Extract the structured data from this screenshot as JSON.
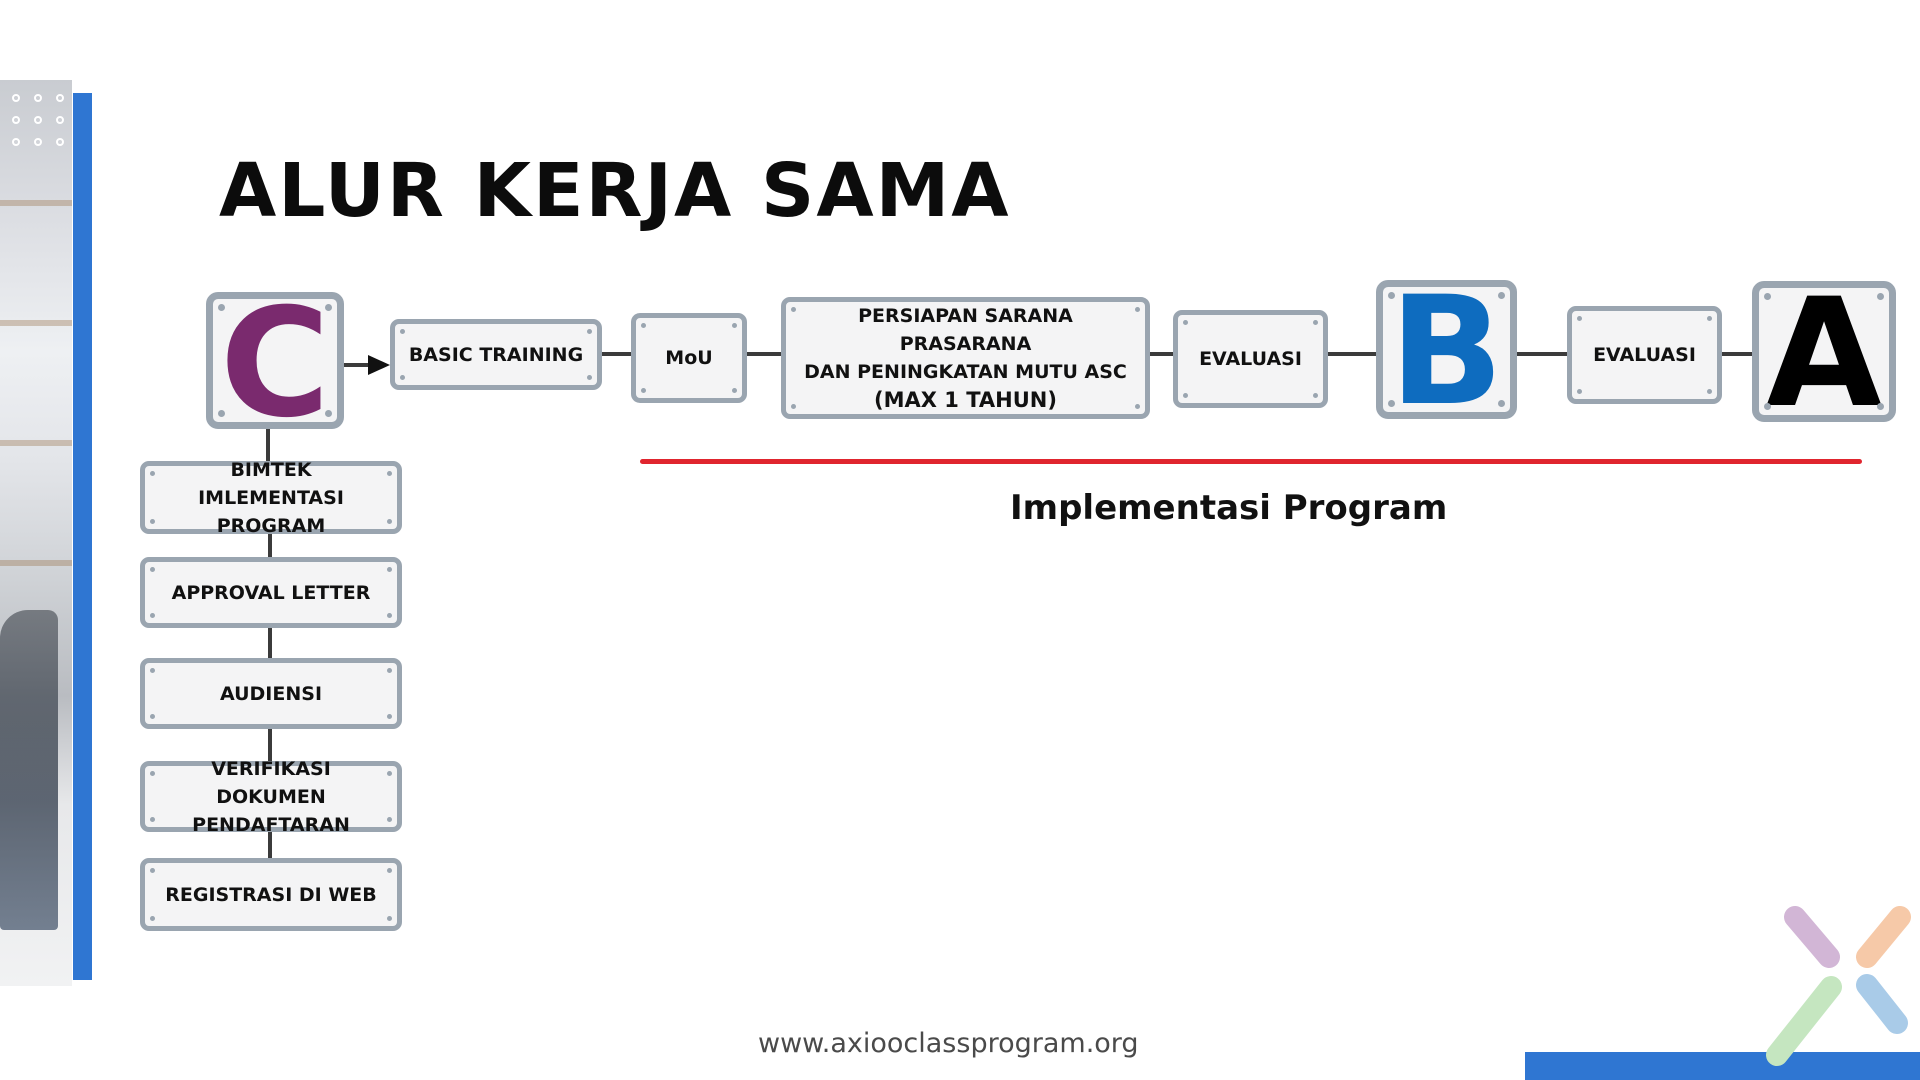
{
  "title": "ALUR KERJA SAMA",
  "levels": {
    "c": "C",
    "b": "B",
    "a": "A"
  },
  "colors": {
    "c_letter": "#7a2a6e",
    "b_letter": "#0e6cbf",
    "a_letter": "#000000",
    "accent_blue": "#2f76d2",
    "red_line": "#e0252e"
  },
  "top_flow": {
    "basic_training": "BASIC TRAINING",
    "mou": "MoU",
    "persiapan_line1": "PERSIAPAN SARANA PRASARANA",
    "persiapan_line2": "DAN PENINGKATAN MUTU ASC",
    "persiapan_line3": "(MAX 1 TAHUN)",
    "evaluasi_1": "EVALUASI",
    "evaluasi_2": "EVALUASI"
  },
  "vertical_flow": {
    "bimtek_line1": "BIMTEK IMLEMENTASI",
    "bimtek_line2": "PROGRAM",
    "approval": "APPROVAL LETTER",
    "audiensi": "AUDIENSI",
    "verifikasi_line1": "VERIFIKASI DOKUMEN",
    "verifikasi_line2": "PENDAFTARAN",
    "registrasi": "REGISTRASI DI WEB"
  },
  "implementation_label": "Implementasi Program",
  "website": "www.axiooclassprogram.org",
  "icons": {
    "logo": "axioo-x-logo-icon",
    "arrow": "arrow-right-icon",
    "dots": "dot-grid-icon"
  }
}
